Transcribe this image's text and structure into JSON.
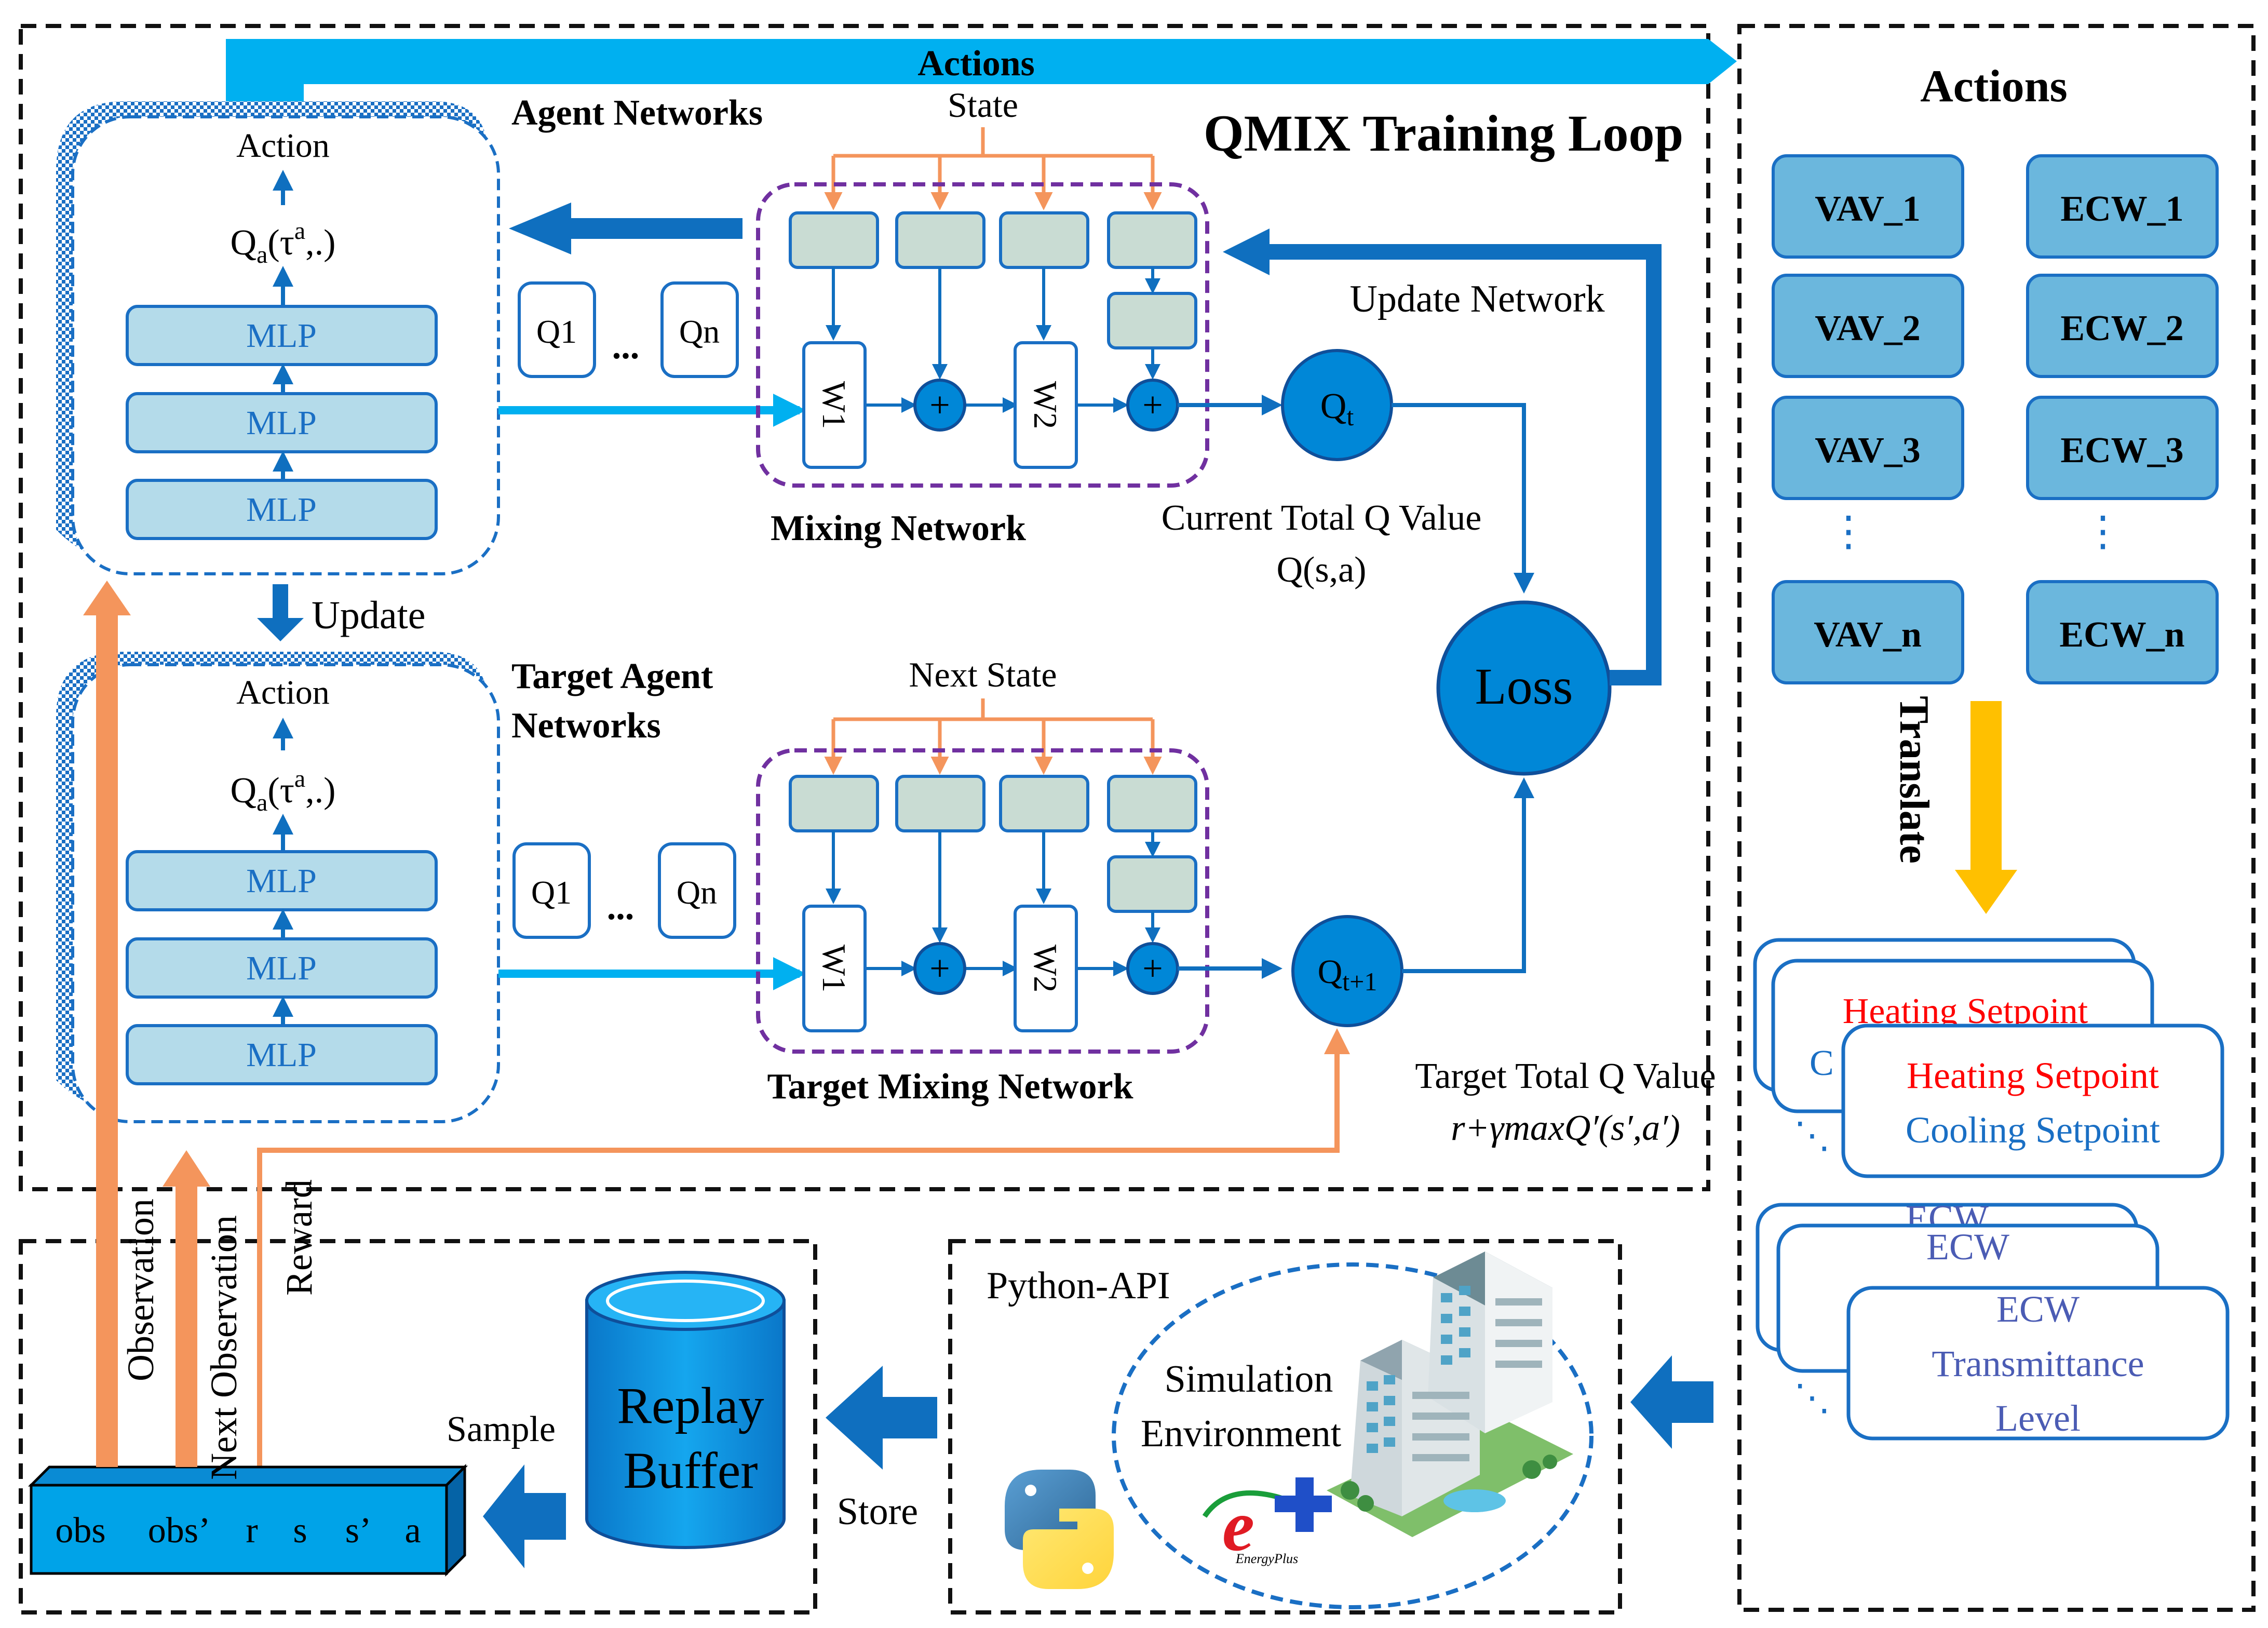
{
  "main": {
    "title": "QMIX Training Loop",
    "actions_banner": "Actions",
    "agent_networks": {
      "title": "Agent Networks",
      "action": "Action",
      "q_label": "Qa(τa,.)",
      "mlp": [
        "MLP",
        "MLP",
        "MLP"
      ],
      "q1": "Q1",
      "qn": "Qn",
      "dots": "..."
    },
    "update_label": "Update",
    "target_agent_networks": {
      "title_line1": "Target Agent",
      "title_line2": "Networks",
      "action": "Action",
      "q_label": "Qa(τa,.)",
      "mlp": [
        "MLP",
        "MLP",
        "MLP"
      ],
      "q1": "Q1",
      "qn": "Qn",
      "dots": "..."
    },
    "mixing_network": {
      "title": "Mixing Network",
      "state": "State",
      "w1": "W1",
      "w2": "W2",
      "plus": "+",
      "qt": "Qt"
    },
    "target_mixing_network": {
      "title": "Target Mixing Network",
      "state": "Next State",
      "w1": "W1",
      "w2": "W2",
      "plus": "+",
      "qt1": "Qt+1"
    },
    "update_network": "Update Network",
    "current_total_q": "Current Total Q Value",
    "current_total_q_expr": "Q(s,a)",
    "target_total_q": "Target Total Q Value",
    "target_total_q_expr": "r+γmaxQ′(s′,a′)",
    "loss": "Loss"
  },
  "actions_panel": {
    "title": "Actions",
    "vav": [
      "VAV_1",
      "VAV_2",
      "VAV_3",
      "VAV_n"
    ],
    "ecw": [
      "ECW_1",
      "ECW_2",
      "ECW_3",
      "ECW_n"
    ],
    "vertical_dots": "⋮",
    "translate": "Translate",
    "setpoint_back": "Heating Setpoint",
    "setpoint_front_line1": "Heating Setpoint",
    "setpoint_front_line2": "Cooling Setpoint",
    "setpoint_back_partial": "C",
    "ecw_back1": "ECW",
    "ecw_back2": "ECW",
    "ecw_front_line1": "ECW",
    "ecw_front_line2": "Transmittance",
    "ecw_front_line3": "Level",
    "stack_dots": "⋱"
  },
  "replay": {
    "buffer_line1": "Replay",
    "buffer_line2": "Buffer",
    "sample": "Sample",
    "store": "Store",
    "tuple": [
      "obs",
      "obs’",
      "r",
      "s",
      "s’",
      "a"
    ],
    "observation": "Observation",
    "next_observation": "Next Observation",
    "reward": "Reward"
  },
  "env": {
    "python_api": "Python-API",
    "sim_line1": "Simulation",
    "sim_line2": "Environment",
    "energyplus_caption": "EnergyPlus"
  },
  "colors": {
    "blue_dark": "#0f6fbf",
    "blue_light": "#00b0f0",
    "mlp_fill": "#b4dbea",
    "mix_cell": "#c9dcd3",
    "purple": "#7030a0",
    "orange": "#f4955c",
    "yellow": "#ffc000",
    "ball": "#0087d7",
    "red_text": "#ff0000",
    "setpoint_blue": "#1a6fc4",
    "ecw_text": "#4b5cb4"
  }
}
